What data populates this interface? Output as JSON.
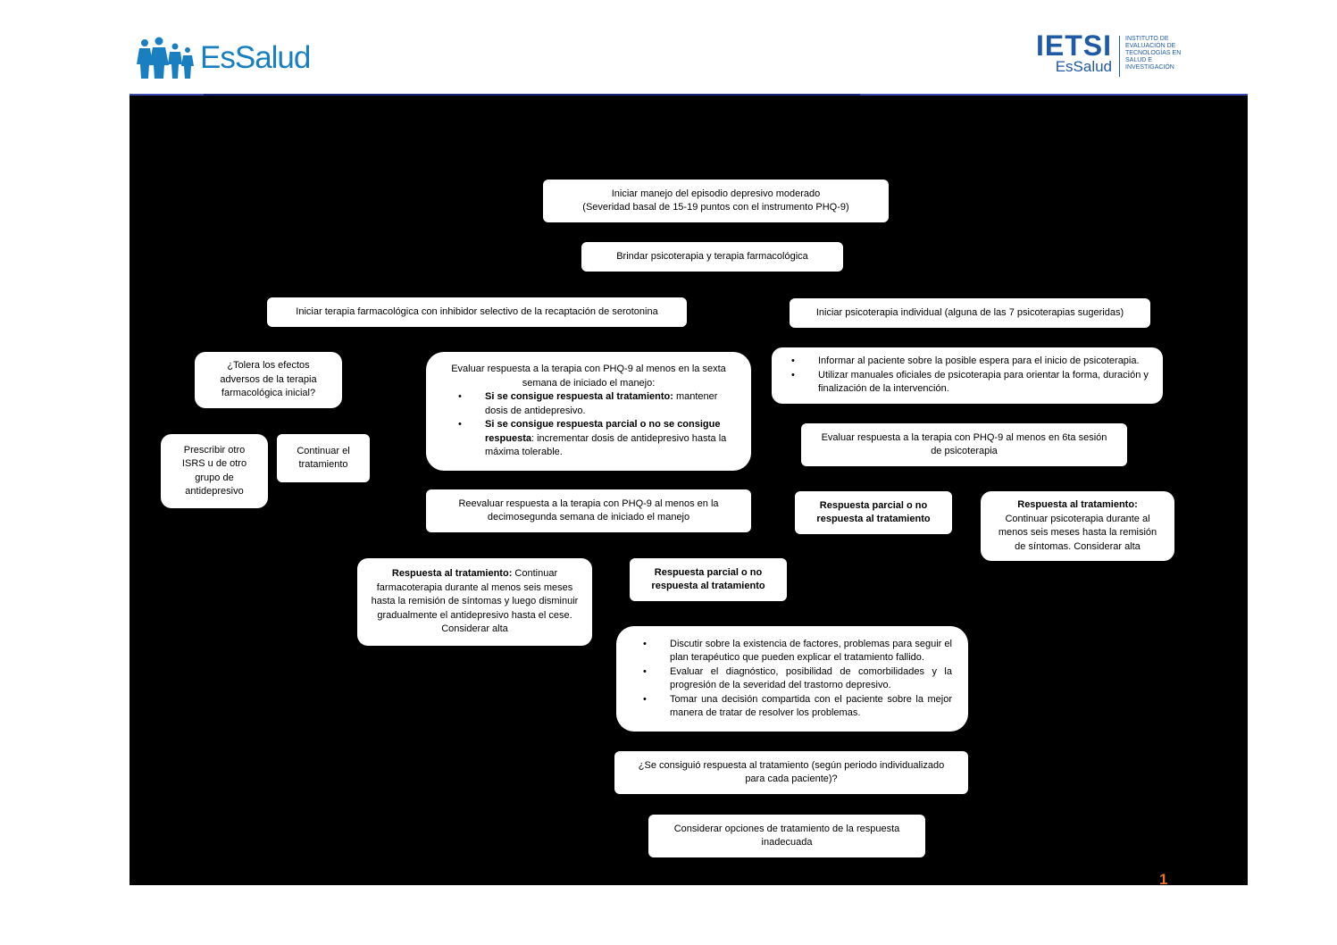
{
  "header": {
    "left_logo_text": "EsSalud",
    "right_logo_title": "IETSI",
    "right_logo_sub": "EsSalud",
    "right_logo_inst": "INSTITUTO DE EVALUACIÓN DE TECNOLOGÍAS EN SALUD E INVESTIGACIÓN"
  },
  "nodes": {
    "start": {
      "line1": "Iniciar manejo del episodio depresivo moderado",
      "line2": "(Severidad basal de 15-19 puntos con el instrumento PHQ-9)"
    },
    "both": "Brindar psicoterapia y terapia farmacológica",
    "pharma": "Iniciar terapia farmacológica con inhibidor selectivo de la recaptación de serotonina",
    "psycho": "Iniciar psicoterapia individual (alguna de las 7 psicoterapias sugeridas)",
    "tolerate": "¿Tolera los efectos adversos de la terapia farmacológica inicial?",
    "prescribe_other": "Prescribir otro ISRS u de otro grupo de antidepresivo",
    "continue": "Continuar el tratamiento",
    "eval6": {
      "intro": "Evaluar respuesta a la terapia con PHQ-9 al menos en la sexta semana de iniciado el manejo:",
      "b1_bold": "Si se consigue respuesta al tratamiento:",
      "b1_text": " mantener dosis de antidepresivo.",
      "b2_bold": "Si se consigue respuesta parcial o no se consigue respuesta",
      "b2_text": ": incrementar dosis de antidepresivo hasta la máxima tolerable."
    },
    "inform": {
      "b1": "Informar al paciente sobre la posible espera para el inicio de psicoterapia.",
      "b2": "Utilizar manuales oficiales de psicoterapia para orientar la forma, duración y finalización de la intervención."
    },
    "eval_psy": "Evaluar respuesta a la terapia con PHQ-9 al menos en 6ta sesión de psicoterapia",
    "reeval12": "Reevaluar respuesta a la terapia con PHQ-9 al menos en la decimosegunda semana de iniciado el manejo",
    "partial_psy": "Respuesta parcial o no respuesta al tratamiento",
    "response_psy": {
      "bold": "Respuesta al tratamiento:",
      "text": "Continuar psicoterapia durante al menos seis meses hasta la remisión de síntomas. Considerar alta"
    },
    "response_pharma": {
      "bold": "Respuesta al tratamiento:",
      "text": " Continuar farmacoterapia durante al menos seis meses hasta la remisión de síntomas y luego disminuir gradualmente el antidepresivo hasta el cese. Considerar alta"
    },
    "partial_pharma": "Respuesta parcial o no respuesta al tratamiento",
    "discuss": {
      "b1": "Discutir sobre la existencia de factores, problemas para seguir el plan terapéutico que pueden explicar el tratamiento fallido.",
      "b2": "Evaluar el diagnóstico, posibilidad de comorbilidades y la progresión de la severidad del trastorno depresivo.",
      "b3": "Tomar una decisión compartida con el paciente sobre la mejor manera de tratar de resolver los problemas."
    },
    "achieved": "¿Se consiguió respuesta al tratamiento (según periodo individualizado para cada paciente)?",
    "consider": "Considerar opciones de tratamiento de la respuesta inadecuada"
  },
  "page_number": "1",
  "colors": {
    "background": "#000000",
    "box": "#ffffff",
    "brand_blue": "#1a7fc1",
    "ietsi_blue": "#1f5aa6",
    "page_number": "#e8742a"
  }
}
